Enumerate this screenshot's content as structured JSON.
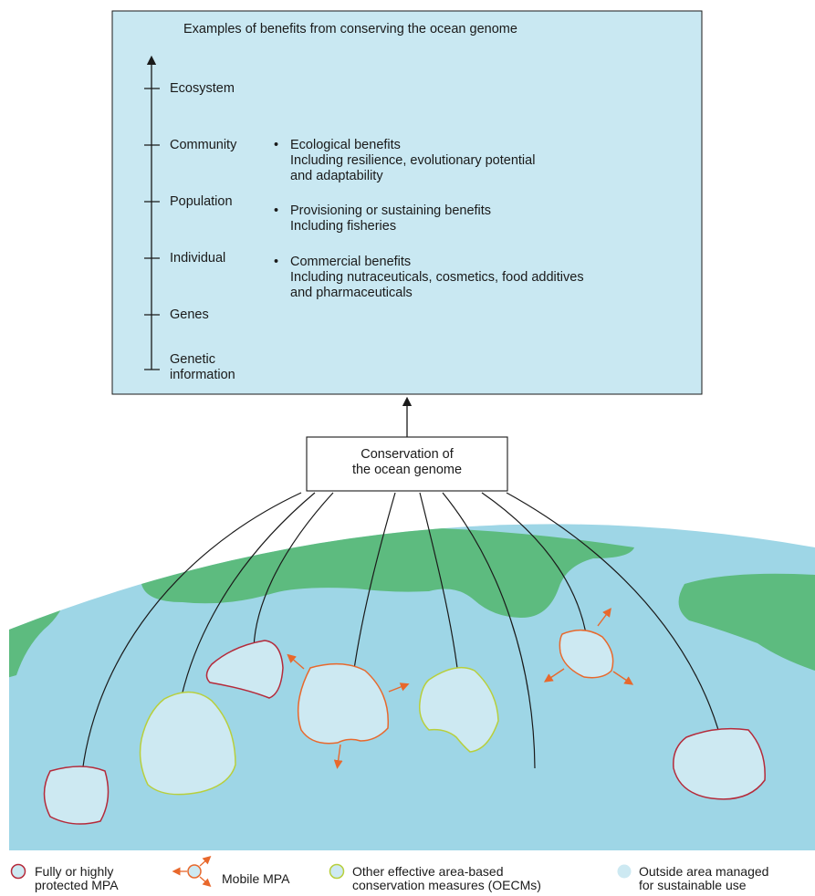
{
  "benefits_box": {
    "title": "Examples of benefits from conserving the ocean genome",
    "levels": [
      "Ecosystem",
      "Community",
      "Population",
      "Individual",
      "Genes",
      "Genetic\ninformation"
    ],
    "benefits": [
      {
        "heading": "Ecological benefits",
        "detail": "Including resilience, evolutionary potential\nand adaptability"
      },
      {
        "heading": "Provisioning or sustaining benefits",
        "detail": "Including fisheries"
      },
      {
        "heading": "Commercial benefits",
        "detail": "Including nutraceuticals, cosmetics, food additives\nand pharmaceuticals"
      }
    ]
  },
  "center_box": {
    "label": "Conservation of\nthe ocean genome"
  },
  "legend": [
    {
      "label": "Fully or highly\nprotected MPA",
      "icon": "red-outline-circle"
    },
    {
      "label": "Mobile MPA",
      "icon": "orange-outline-circle-with-arrows"
    },
    {
      "label": "Other effective area-based\nconservation measures (OECMs)",
      "icon": "green-outline-circle"
    },
    {
      "label": "Outside area managed\nfor sustainable use",
      "icon": "light-blue-circle"
    }
  ],
  "colors": {
    "box_fill": "#c9e8f2",
    "ocean": "#9ed6e6",
    "land": "#5dbb7f",
    "patch_fill": "#cde9f2",
    "mpa_outline": "#b52a3a",
    "mobile_outline": "#e8682c",
    "oecm_outline": "#b8cf3c",
    "line": "#1a1a1a"
  }
}
